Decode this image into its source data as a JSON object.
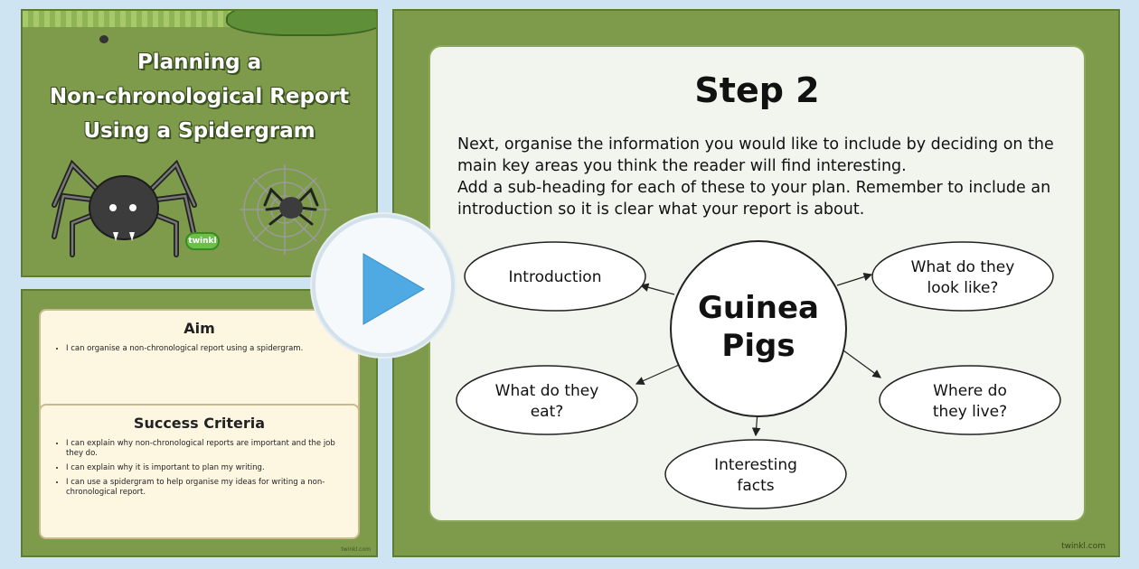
{
  "thumbnails": {
    "title_slide": {
      "title_lines": [
        "Planning a",
        "Non-chronological Report",
        "Using a Spidergram"
      ],
      "badge": "twinkl"
    },
    "aim_slide": {
      "aim_title": "Aim",
      "aim_items": [
        "I can organise a non-chronological report using a spidergram."
      ],
      "success_title": "Success Criteria",
      "success_items": [
        "I can explain why non-chronological reports are important and the job they do.",
        "I can explain why it is important to plan my writing.",
        "I can use a spidergram to help organise my ideas for writing a non-chronological report."
      ],
      "footer": "twinkl.com"
    }
  },
  "main_slide": {
    "title": "Step 2",
    "paragraph1": "Next, organise the information you would like to include by deciding on the main key areas you think the reader will find interesting.",
    "paragraph2": "Add a sub-heading for each of these to your plan. Remember to include an introduction so it is clear what your report is about.",
    "spidergram": {
      "center_line1": "Guinea",
      "center_line2": "Pigs",
      "nodes": {
        "introduction": [
          "Introduction"
        ],
        "look_like": [
          "What do they",
          "look like?"
        ],
        "eat": [
          "What do they",
          "eat?"
        ],
        "live": [
          "Where do",
          "they live?"
        ],
        "facts": [
          "Interesting",
          "facts"
        ]
      }
    },
    "footer": "twinkl.com"
  },
  "colors": {
    "slide_green": "#7d9b4a",
    "play_arrow": "#4fa9e2",
    "panel": "#f2f4ee"
  }
}
